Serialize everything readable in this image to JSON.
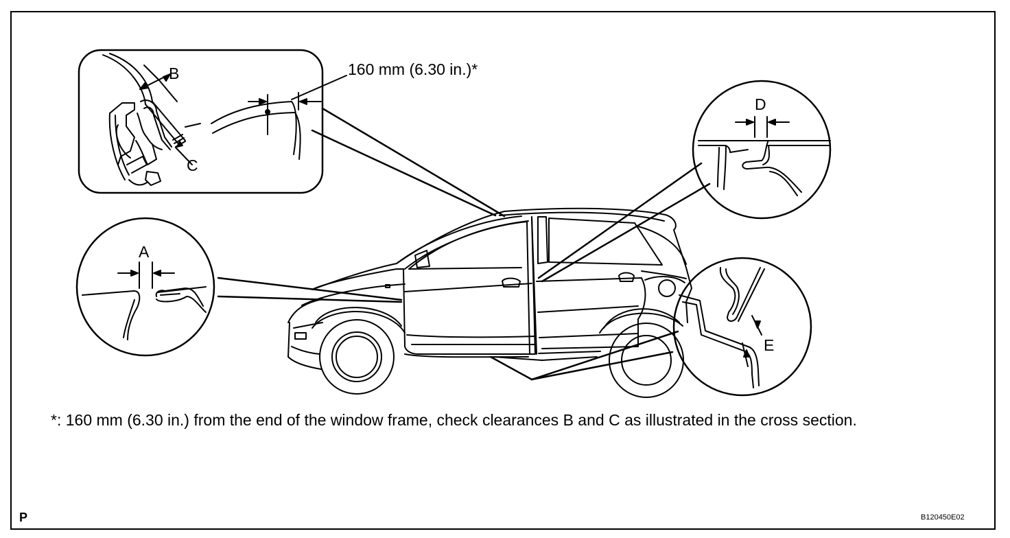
{
  "callouts": {
    "dimension": "160 mm (6.30 in.)*",
    "a": "A",
    "b": "B",
    "c": "C",
    "d": "D",
    "e": "E"
  },
  "footnote": "*: 160 mm (6.30 in.) from the end of the window frame, check clearances B and C as illustrated in the cross section.",
  "corner": {
    "left": "P",
    "right": "B120450E02"
  },
  "colors": {
    "line": "#000000",
    "background": "#ffffff"
  }
}
